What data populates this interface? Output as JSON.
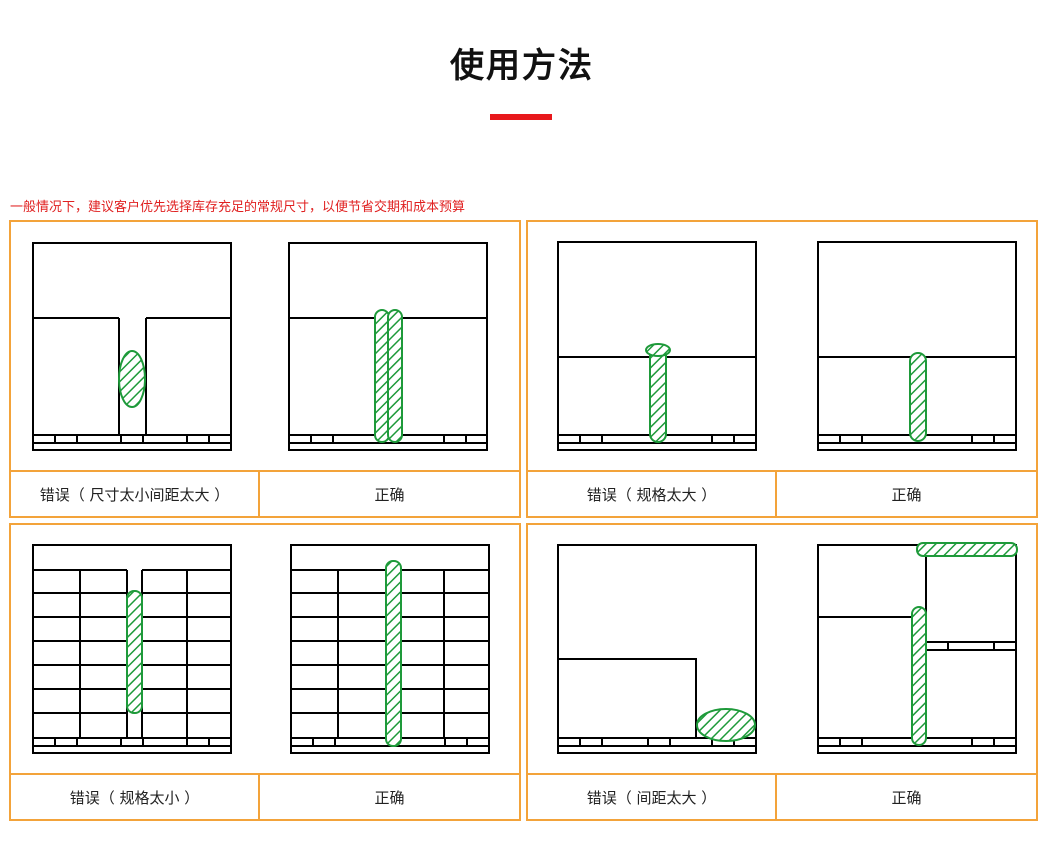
{
  "header": {
    "title": "使用方法",
    "note": "一般情况下，建议客户优先选择库存充足的常规尺寸，以便节省交期和成本预算"
  },
  "panels": [
    {
      "wrong_label": "错误（ 尺寸太小间距太大 ）",
      "right_label": "正确"
    },
    {
      "wrong_label": "错误（ 规格太大 ）",
      "right_label": "正确"
    },
    {
      "wrong_label": "错误（ 规格太小 ）",
      "right_label": "正确"
    },
    {
      "wrong_label": "错误（ 间距太大 ）",
      "right_label": "正确"
    }
  ],
  "colors": {
    "accent_red": "#e8181c",
    "panel_border": "#f3a33a",
    "airbag_green": "#1e9a3a",
    "line_black": "#000000"
  },
  "icons": [
    "hatched-airbag-icon",
    "pallet-icon",
    "cargo-box-icon"
  ]
}
